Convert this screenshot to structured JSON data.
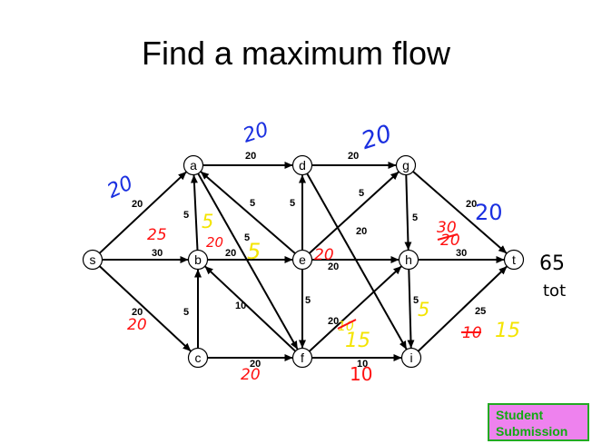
{
  "title": "Find a maximum flow",
  "badge": {
    "line1": "Student",
    "line2": "Submission"
  },
  "nodes": [
    {
      "id": "s",
      "label": "s"
    },
    {
      "id": "a",
      "label": "a"
    },
    {
      "id": "b",
      "label": "b"
    },
    {
      "id": "c",
      "label": "c"
    },
    {
      "id": "d",
      "label": "d"
    },
    {
      "id": "e",
      "label": "e"
    },
    {
      "id": "f",
      "label": "f"
    },
    {
      "id": "g",
      "label": "g"
    },
    {
      "id": "h",
      "label": "h"
    },
    {
      "id": "i",
      "label": "i"
    },
    {
      "id": "t",
      "label": "t"
    }
  ],
  "edges": [
    {
      "from": "s",
      "to": "a",
      "capacity": "20"
    },
    {
      "from": "s",
      "to": "b",
      "capacity": "30"
    },
    {
      "from": "s",
      "to": "c",
      "capacity": "20"
    },
    {
      "from": "a",
      "to": "d",
      "capacity": "20"
    },
    {
      "from": "b",
      "to": "a",
      "capacity": "5"
    },
    {
      "from": "a",
      "to": "f",
      "capacity": "5"
    },
    {
      "from": "e",
      "to": "a",
      "capacity": "5"
    },
    {
      "from": "b",
      "to": "e",
      "capacity": "20"
    },
    {
      "from": "c",
      "to": "b",
      "capacity": "5"
    },
    {
      "from": "f",
      "to": "b",
      "capacity": "10"
    },
    {
      "from": "c",
      "to": "f",
      "capacity": "20"
    },
    {
      "from": "d",
      "to": "g",
      "capacity": "20"
    },
    {
      "from": "e",
      "to": "d",
      "capacity": "5"
    },
    {
      "from": "d",
      "to": "i",
      "capacity": "20"
    },
    {
      "from": "e",
      "to": "g",
      "capacity": "5"
    },
    {
      "from": "e",
      "to": "h",
      "capacity": "20"
    },
    {
      "from": "e",
      "to": "f",
      "capacity": "5"
    },
    {
      "from": "f",
      "to": "h",
      "capacity": "20"
    },
    {
      "from": "f",
      "to": "i",
      "capacity": "10"
    },
    {
      "from": "g",
      "to": "t",
      "capacity": "20"
    },
    {
      "from": "g",
      "to": "h",
      "capacity": "5"
    },
    {
      "from": "h",
      "to": "t",
      "capacity": "30"
    },
    {
      "from": "h",
      "to": "i",
      "capacity": "5"
    },
    {
      "from": "i",
      "to": "t",
      "capacity": "25"
    }
  ],
  "annotations": {
    "sa_flow": "20",
    "ad_flow": "20",
    "dg_flow": "20",
    "gt_flow": "20",
    "sb_flow": "25",
    "sc_flow": "20",
    "ba_flow": "5",
    "be_flow_red": "20",
    "be_flow_yellow": "5",
    "eh_flow": "20",
    "ht_old": "30",
    "ht_struck": "20",
    "hi_flow": "5",
    "fh_struck": "10",
    "fh_flow": "15",
    "it_struck": "10",
    "it_flow": "15",
    "cf_flow": "20",
    "fi_flow": "10",
    "total_value": "65",
    "total_label": "tot"
  }
}
